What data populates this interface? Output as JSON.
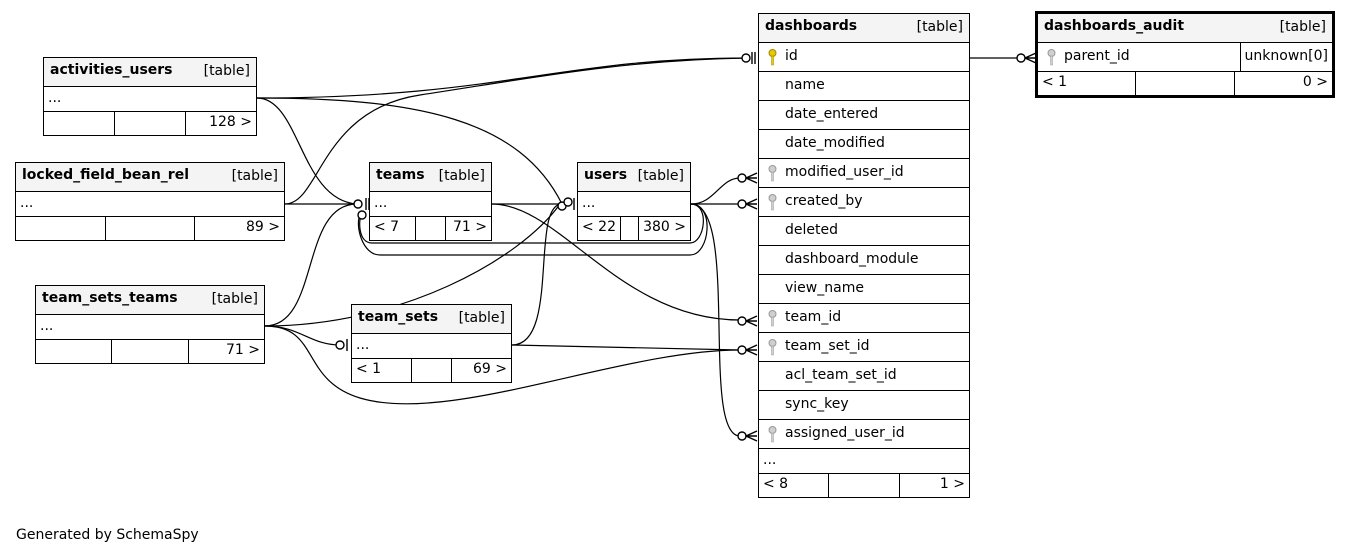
{
  "footer_text": "Generated by SchemaSpy",
  "tables": {
    "dashboards": {
      "name": "dashboards",
      "type": "[table]",
      "columns": [
        "id",
        "name",
        "date_entered",
        "date_modified",
        "modified_user_id",
        "created_by",
        "deleted",
        "dashboard_module",
        "view_name",
        "team_id",
        "team_set_id",
        "acl_team_set_id",
        "sync_key",
        "assigned_user_id"
      ],
      "more": "...",
      "foot": [
        "< 8",
        "",
        "1 >"
      ]
    },
    "dashboards_audit": {
      "name": "dashboards_audit",
      "type": "[table]",
      "column": "parent_id",
      "column_type": "unknown[0]",
      "foot": [
        "< 1",
        "",
        "0 >"
      ]
    },
    "activities_users": {
      "name": "activities_users",
      "type": "[table]",
      "more": "...",
      "foot": [
        "",
        "",
        "128 >"
      ]
    },
    "locked_field_bean_rel": {
      "name": "locked_field_bean_rel",
      "type": "[table]",
      "more": "...",
      "foot": [
        "",
        "",
        "89 >"
      ]
    },
    "teams": {
      "name": "teams",
      "type": "[table]",
      "more": "...",
      "foot": [
        "< 7",
        "",
        "71 >"
      ]
    },
    "users": {
      "name": "users",
      "type": "[table]",
      "more": "...",
      "foot": [
        "< 22",
        "",
        "380 >"
      ]
    },
    "team_sets_teams": {
      "name": "team_sets_teams",
      "type": "[table]",
      "more": "...",
      "foot": [
        "",
        "",
        "71 >"
      ]
    },
    "team_sets": {
      "name": "team_sets",
      "type": "[table]",
      "more": "...",
      "foot": [
        "< 1",
        "",
        "69 >"
      ]
    }
  }
}
